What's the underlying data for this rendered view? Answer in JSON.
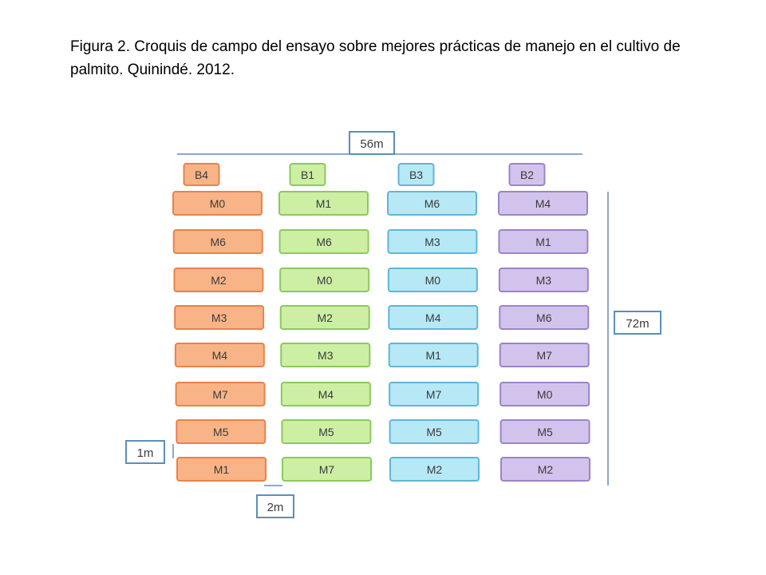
{
  "caption": "Figura 2. Croquis de campo del ensayo sobre mejores prácticas de manejo en el cultivo de palmito. Quinindé. 2012.",
  "dimensions": {
    "width_label": "56m",
    "length_label": "72m",
    "row_gap_label": "1m",
    "col_gap_label": "2m"
  },
  "blocks": [
    {
      "label": "B4",
      "fill": "#F8B486",
      "stroke": "#E9824A",
      "plots": [
        "M0",
        "M6",
        "M2",
        "M3",
        "M4",
        "M7",
        "M5",
        "M1"
      ]
    },
    {
      "label": "B1",
      "fill": "#CDEFA4",
      "stroke": "#8CC95C",
      "plots": [
        "M1",
        "M6",
        "M0",
        "M2",
        "M3",
        "M4",
        "M5",
        "M7"
      ]
    },
    {
      "label": "B3",
      "fill": "#B6E8F6",
      "stroke": "#5FB6D6",
      "plots": [
        "M6",
        "M3",
        "M0",
        "M4",
        "M1",
        "M7",
        "M5",
        "M2"
      ]
    },
    {
      "label": "B2",
      "fill": "#D2C3EC",
      "stroke": "#9B84C9",
      "plots": [
        "M4",
        "M1",
        "M3",
        "M6",
        "M7",
        "M0",
        "M5",
        "M2"
      ]
    }
  ],
  "colors": {
    "dimension_box_border": "#5B8FB9",
    "dimension_line": "#8EA9C8"
  }
}
